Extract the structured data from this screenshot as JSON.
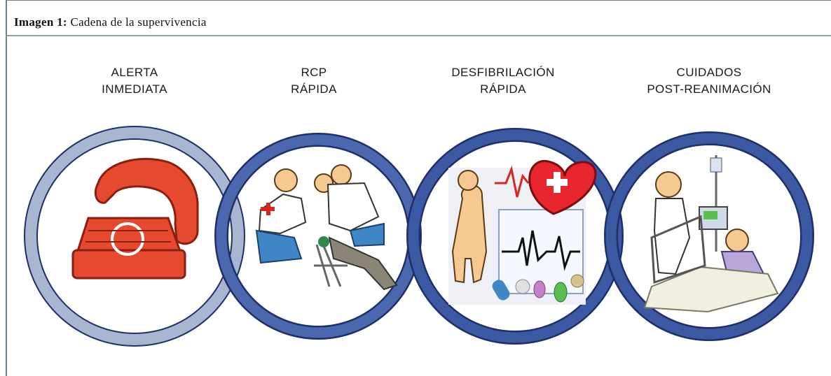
{
  "figure": {
    "caption_prefix": "Imagen 1:",
    "caption_text": "Cadena de la supervivencia"
  },
  "stages": [
    {
      "line1": "ALERTA",
      "line2": "INMEDIATA",
      "icon": "telephone-icon",
      "ring_color": "#8394b5"
    },
    {
      "line1": "RCP",
      "line2": "RÁPIDA",
      "icon": "cpr-rescuers-icon",
      "ring_color": "#3f5fa5"
    },
    {
      "line1": "DESFIBRILACIÓN",
      "line2": "RÁPIDA",
      "icon": "defibrillation-heart-ecg-icon",
      "ring_color": "#2f4f95"
    },
    {
      "line1": "CUIDADOS",
      "line2": "POST-REANIMACIÓN",
      "icon": "hospital-patient-icon",
      "ring_color": "#2f4f95"
    }
  ],
  "colors": {
    "phone_red": "#e64a2e",
    "skin": "#f5c98f",
    "heart_red": "#e8262e",
    "ring_outline": "#1e2f6a"
  }
}
